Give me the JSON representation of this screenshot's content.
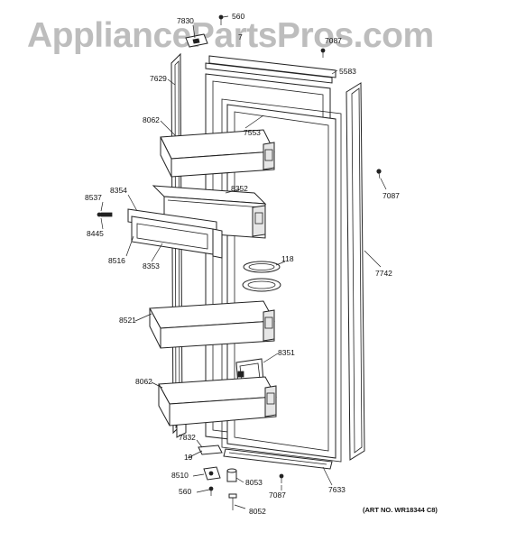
{
  "watermark": "AppliancePartsPros.com",
  "art_number": "(ART NO. WR18344 C8)",
  "labels": {
    "l560_top": "560",
    "l7830": "7830",
    "l7_top": "7",
    "l7087_top": "7087",
    "l5583": "5583",
    "l7629": "7629",
    "l8062_top": "8062",
    "l7553": "7553",
    "l7087_right": "7087",
    "l8537": "8537",
    "l8354": "8354",
    "l8352": "8352",
    "l8445": "8445",
    "l8516": "8516",
    "l8353": "8353",
    "l118": "118",
    "l7742": "7742",
    "l8521": "8521",
    "l8351": "8351",
    "l8062_bottom": "8062",
    "l7832": "7832",
    "l19": "19",
    "l8510": "8510",
    "l8053": "8053",
    "l560_bottom": "560",
    "l7087_bottom": "7087",
    "l7633": "7633",
    "l8052": "8052"
  }
}
